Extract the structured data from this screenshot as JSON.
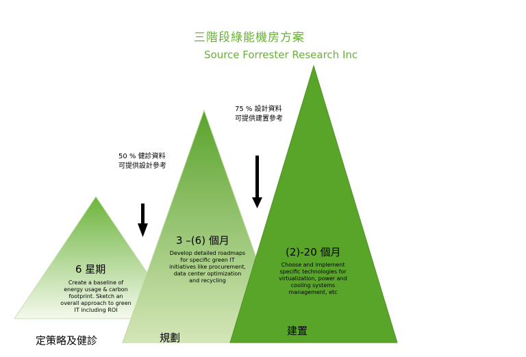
{
  "title": "三階段綠能機房方案",
  "source": "Source Forrester Research Inc",
  "notes": [
    {
      "line1": "50 % 健診資料",
      "line2": "可提供設計參考"
    },
    {
      "line1": "75 % 設計資料",
      "line2": "可提供建置參考"
    }
  ],
  "stages": [
    {
      "duration": "6  星期",
      "description": "Create a baseline of energy usage & carbon footprint. Sketch an overall approach to green IT including ROI",
      "phase": "定策略及健診"
    },
    {
      "duration": "3 –(6) 個月",
      "description": "Develop detailed roadmaps for specific green IT initiatives like procurement, data center optimization and recycling",
      "phase": "規劃"
    },
    {
      "duration": "(2)-20 個月",
      "description": "Choose and implement specific technologies for virtualization, power and cooling systems management, etc",
      "phase": "建置"
    }
  ],
  "colors": {
    "title": "#6aae3a",
    "stage1_top": "#6cb43c",
    "stage2_top": "#5aa32c",
    "stage3": "#59a52a",
    "light": "#f6fbef"
  }
}
